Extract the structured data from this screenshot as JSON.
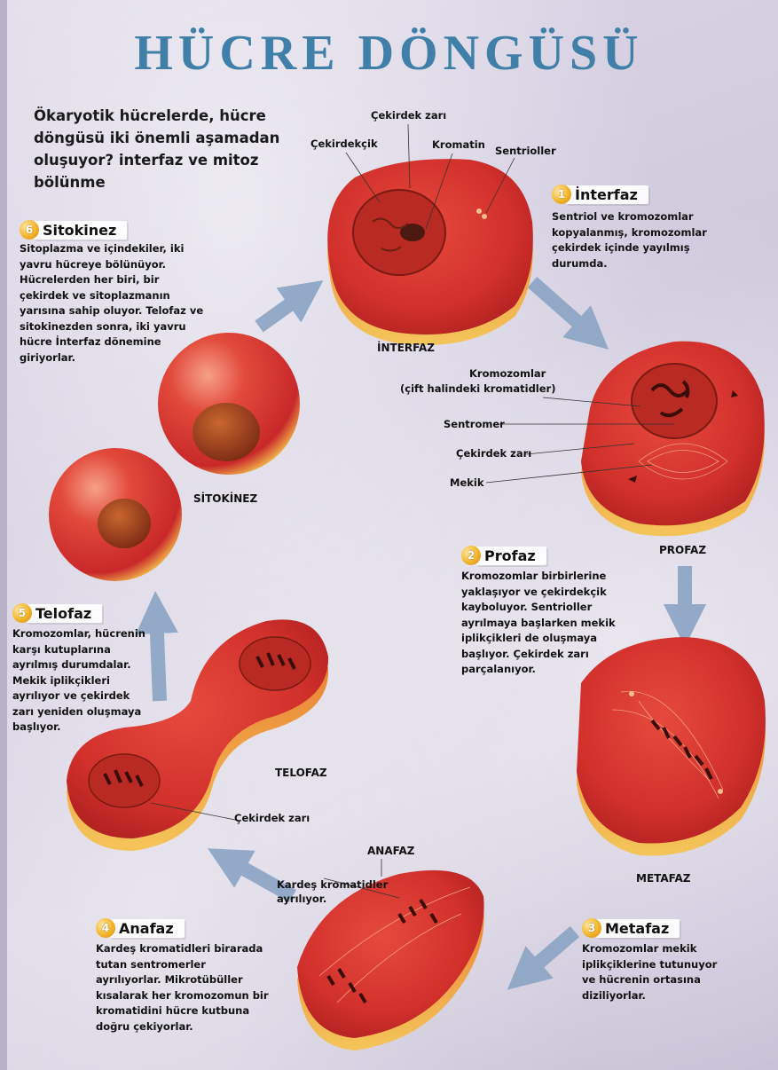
{
  "title": "HÜCRE DÖNGÜSÜ",
  "intro": "Ökaryotik hücrelerde, hücre döngüsü iki önemli aşamadan oluşuyor? interfaz ve mitoz bölünme",
  "colors": {
    "title": "#3f7fa8",
    "cell": "#d8332e",
    "cell_edge": "#f0b24a",
    "arrow": "#8aa4c4",
    "badge": "#f2b429"
  },
  "phases": [
    {
      "num": "1",
      "name": "İnterfaz",
      "text": "Sentriol ve kromozomlar kopyalanmış, kromozomlar çekirdek içinde yayılmış durumda."
    },
    {
      "num": "2",
      "name": "Profaz",
      "text": "Kromozomlar birbirlerine yaklaşıyor ve çekirdekçik kayboluyor. Sentrioller ayrılmaya başlarken mekik iplikçikleri de oluşmaya başlıyor. Çekirdek zarı parçalanıyor."
    },
    {
      "num": "3",
      "name": "Metafaz",
      "text": "Kromozomlar mekik iplikçiklerine tutunuyor ve hücrenin ortasına diziliyorlar."
    },
    {
      "num": "4",
      "name": "Anafaz",
      "text": "Kardeş kromatidleri birarada tutan sentromerler ayrılıyorlar. Mikrotübüller kısalarak her kromozomun bir kromatidini hücre kutbuna doğru çekiyorlar."
    },
    {
      "num": "5",
      "name": "Telofaz",
      "text": "Kromozomlar, hücrenin karşı kutuplarına ayrılmış durumdalar. Mekik iplikçikleri ayrılıyor ve çekirdek zarı yeniden oluşmaya başlıyor."
    },
    {
      "num": "6",
      "name": "Sitokinez",
      "text": "Sitoplazma ve içindekiler, iki yavru hücreye bölünüyor. Hücrelerden her biri, bir çekirdek ve sitoplazmanın yarısına sahip oluyor. Telofaz ve sitokinezden sonra, iki yavru hücre İnterfaz dönemine giriyorlar."
    }
  ],
  "stage_labels": {
    "interfaz": "İNTERFAZ",
    "profaz": "PROFAZ",
    "metafaz": "METAFAZ",
    "anafaz": "ANAFAZ",
    "telofaz": "TELOFAZ",
    "sitokinez": "SİTOKİNEZ"
  },
  "part_labels": {
    "cekirdek_zari_top": "Çekirdek zarı",
    "cekirdekcik": "Çekirdekçik",
    "kromatin": "Kromatin",
    "sentrioller": "Sentrioller",
    "kromozomlar": "Kromozomlar",
    "cift_kromatid": "(çift halindeki kromatidler)",
    "sentromer": "Sentromer",
    "cekirdek_zari_profaz": "Çekirdek zarı",
    "mekik": "Mekik",
    "cekirdek_zari_telofaz": "Çekirdek zarı",
    "kardes_kromatidler": "Kardeş kromatidler",
    "ayriliyor": "ayrılıyor."
  }
}
